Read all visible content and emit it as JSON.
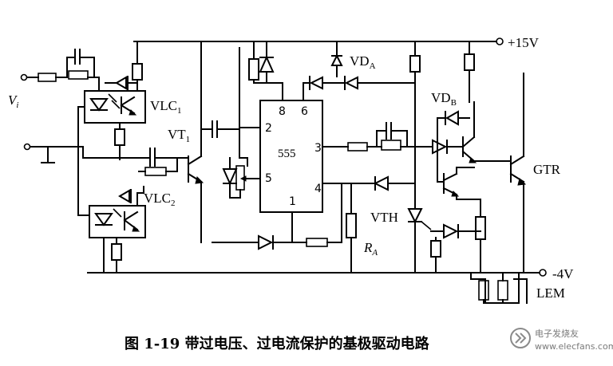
{
  "labels": {
    "supply_pos": "+15V",
    "supply_neg": "-4V",
    "input": "V",
    "input_sub": "i",
    "vlc1": "VLC",
    "vlc1_sub": "1",
    "vlc2": "VLC",
    "vlc2_sub": "2",
    "vt1": "VT",
    "vt1_sub": "1",
    "timer": "555",
    "vda": "VD",
    "vda_sub": "A",
    "vdb": "VD",
    "vdb_sub": "B",
    "gtr": "GTR",
    "vth": "VTH",
    "ra": "R",
    "ra_sub": "A",
    "lem": "LEM",
    "pins": {
      "p8": "8",
      "p6": "6",
      "p2": "2",
      "p3": "3",
      "p5": "5",
      "p4": "4",
      "p1": "1"
    }
  },
  "caption": "图 1-19   带过电压、过电流保护的基极驱动电路",
  "watermark": {
    "title": "电子发烧友",
    "url": "www.elecfans.com"
  }
}
